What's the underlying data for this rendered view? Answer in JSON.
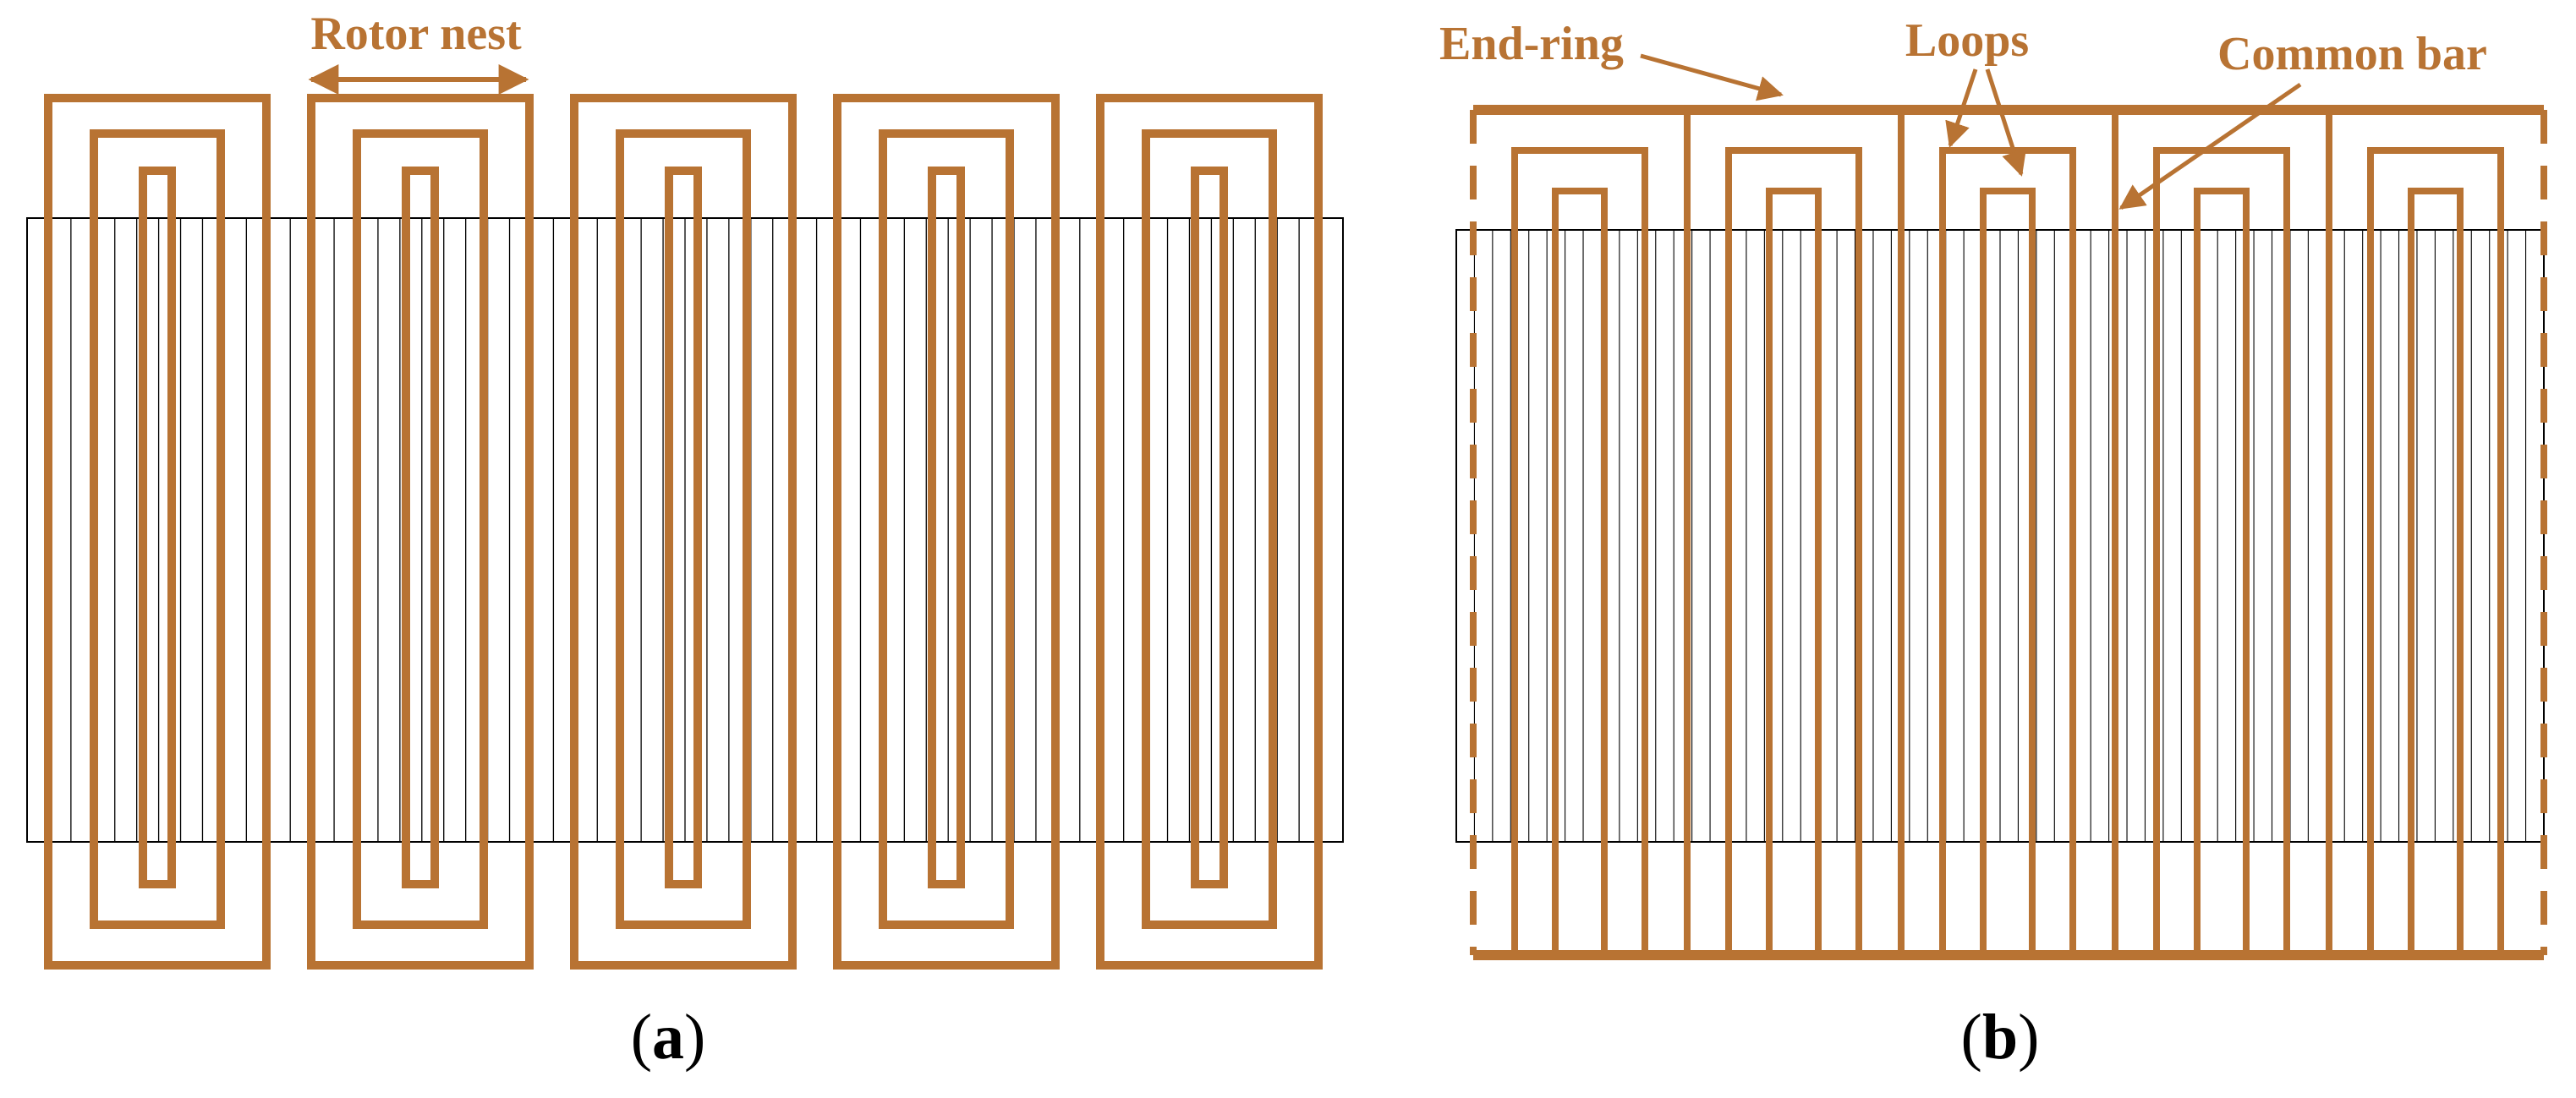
{
  "colors": {
    "copper": "#b87333",
    "stator_line": "#000000",
    "background": "#ffffff"
  },
  "panel_a": {
    "nest_count": 5,
    "loops_per_nest": 3,
    "annotation": "Rotor nest",
    "caption_prefix": "(",
    "caption_letter": "a",
    "caption_suffix": ")"
  },
  "panel_b": {
    "pole_count": 5,
    "loops_per_pole": 2,
    "annotations": {
      "end_ring": "End-ring",
      "loops": "Loops",
      "common_bar": "Common bar"
    },
    "caption_prefix": "(",
    "caption_letter": "b",
    "caption_suffix": ")"
  }
}
